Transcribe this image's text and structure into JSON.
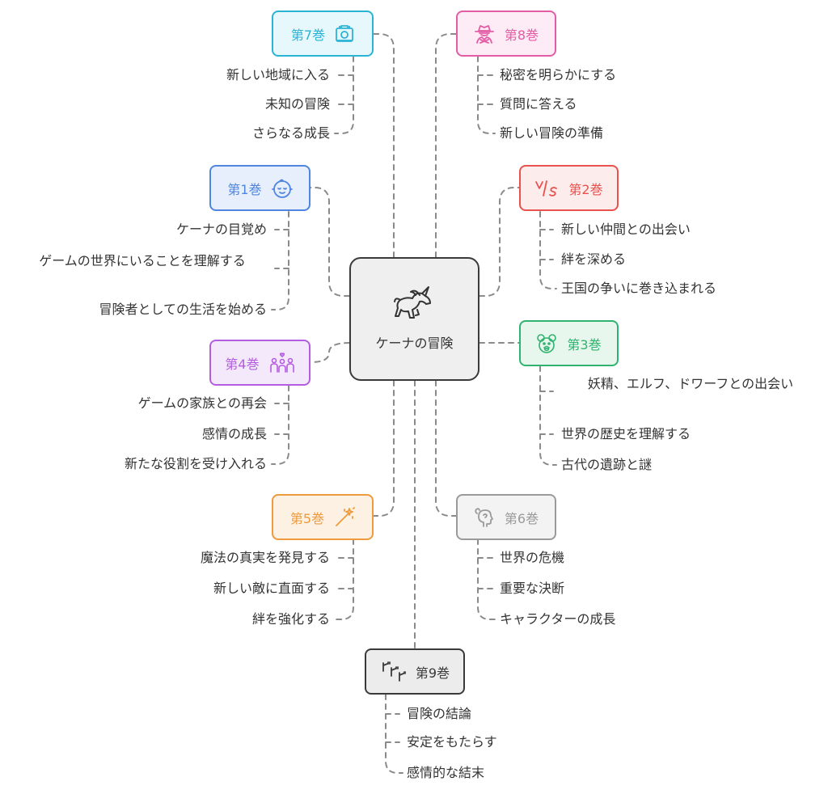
{
  "center": {
    "title": "ケーナの冒険",
    "icon": "unicorn-icon"
  },
  "volumes": [
    {
      "id": "v7",
      "label": "第7巻",
      "icon": "suitcase-icon",
      "color": "#2bb3d6",
      "bg": "#e6f8fc",
      "items": [
        "新しい地域に入る",
        "未知の冒険",
        "さらなる成長"
      ]
    },
    {
      "id": "v8",
      "label": "第8巻",
      "icon": "spy-icon",
      "color": "#e25da5",
      "bg": "#fdecf5",
      "items": [
        "秘密を明らかにする",
        "質問に答える",
        "新しい冒険の準備"
      ]
    },
    {
      "id": "v1",
      "label": "第1巻",
      "icon": "face-icon",
      "color": "#4f86e0",
      "bg": "#e8effc",
      "items": [
        "ケーナの目覚め",
        "ゲームの世界にいることを理解する",
        "冒険者としての生活を始める"
      ]
    },
    {
      "id": "v2",
      "label": "第2巻",
      "icon": "versus-icon",
      "color": "#e8524f",
      "bg": "#fdecec",
      "items": [
        "新しい仲間との出会い",
        "絆を深める",
        "王国の争いに巻き込まれる"
      ]
    },
    {
      "id": "v4",
      "label": "第4巻",
      "icon": "family-icon",
      "color": "#b45de0",
      "bg": "#f4e9fb",
      "items": [
        "ゲームの家族との再会",
        "感情の成長",
        "新たな役割を受け入れる"
      ]
    },
    {
      "id": "v3",
      "label": "第3巻",
      "icon": "fairy-icon",
      "color": "#2fb36e",
      "bg": "#e7f7ee",
      "items": [
        "妖精、エルフ、ドワーフとの出会い",
        "世界の歴史を理解する",
        "古代の遺跡と謎"
      ]
    },
    {
      "id": "v5",
      "label": "第5巻",
      "icon": "magic-wand-icon",
      "color": "#ef9a3c",
      "bg": "#fdf1e3",
      "items": [
        "魔法の真実を発見する",
        "新しい敵に直面する",
        "絆を強化する"
      ]
    },
    {
      "id": "v6",
      "label": "第6巻",
      "icon": "thinking-head-icon",
      "color": "#9a9a9a",
      "bg": "#f3f3f3",
      "items": [
        "世界の危機",
        "重要な決断",
        "キャラクターの成長"
      ]
    },
    {
      "id": "v9",
      "label": "第9巻",
      "icon": "footsteps-icon",
      "color": "#3a3a3a",
      "bg": "#ececec",
      "items": [
        "冒険の結論",
        "安定をもたらす",
        "感情的な結末"
      ]
    }
  ]
}
